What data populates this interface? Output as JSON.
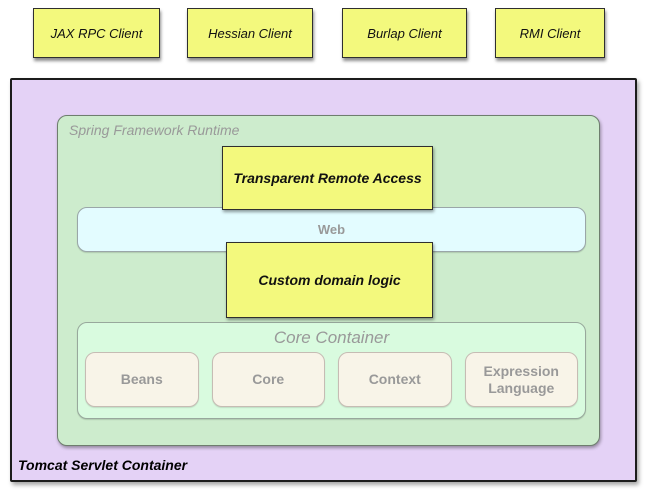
{
  "clients": [
    {
      "label": "JAX RPC Client"
    },
    {
      "label": "Hessian Client"
    },
    {
      "label": "Burlap Client"
    },
    {
      "label": "RMI Client"
    }
  ],
  "tomcat": {
    "label": "Tomcat Servlet Container"
  },
  "runtime": {
    "label": "Spring Framework Runtime"
  },
  "remote_access": {
    "label": "Transparent Remote Access"
  },
  "web_layer": {
    "label": "Web"
  },
  "domain_logic": {
    "label": "Custom domain logic"
  },
  "core_container": {
    "label": "Core Container",
    "modules": [
      {
        "label": "Beans"
      },
      {
        "label": "Core"
      },
      {
        "label": "Context"
      },
      {
        "label": "Expression Language"
      }
    ]
  },
  "colors": {
    "client_fill": "#f3f97d",
    "client_border": "#2f2f2f",
    "tomcat_fill": "#e4d2f6",
    "tomcat_border": "#1c1c1c",
    "runtime_fill": "#cdeccd",
    "runtime_border": "#6e7e6e",
    "web_fill": "#e3fcff",
    "core_fill": "#d9fbdf",
    "module_fill": "#f8f4e8",
    "muted_text": "#999999"
  }
}
